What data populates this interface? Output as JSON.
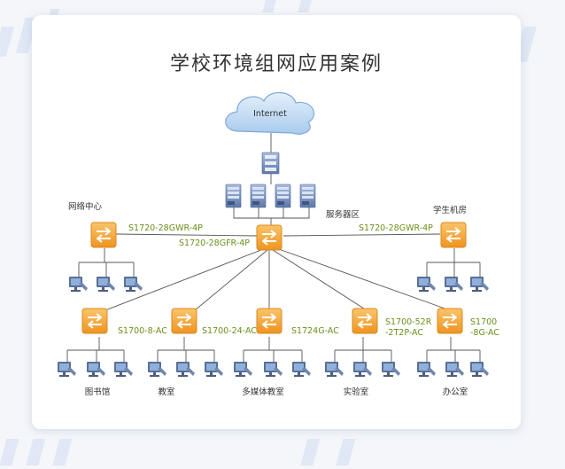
{
  "title": "学校环境组网应用案例",
  "nodes": {
    "internet": "Internet",
    "server_zone": "服务器区",
    "network_center": "网络中心",
    "student_lab": "学生机房",
    "library": "图书馆",
    "classroom": "教室",
    "multimedia_classroom": "多媒体教室",
    "laboratory": "实验室",
    "office": "办公室"
  },
  "models": {
    "left_uplink": "S1720-28GWR-4P",
    "core": "S1720-28GFR-4P",
    "right_uplink": "S1720-28GWR-4P",
    "library_switch": "S1700-8-AC",
    "classroom_switch": "S1700-24-AC",
    "multimedia_switch": "S1724G-AC",
    "lab_switch_line1": "S1700-52R",
    "lab_switch_line2": "-2T2P-AC",
    "office_switch_line1": "S1700",
    "office_switch_line2": "-8G-AC"
  },
  "colors": {
    "switch_fill": "#f5a53a",
    "switch_edge": "#d98a1e",
    "model_text": "#6a8f1a",
    "cloud": "#b9d6f2",
    "server": "#7f98c4"
  },
  "icons": [
    "cloud-icon",
    "firewall-icon",
    "server-icon",
    "switch-icon",
    "pc-icon"
  ]
}
